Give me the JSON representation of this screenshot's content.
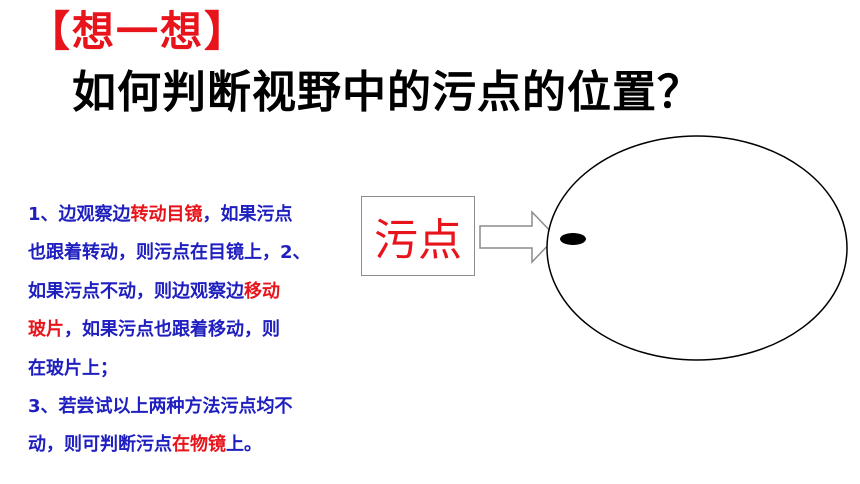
{
  "heading": "【想一想】",
  "question": "如何判断视野中的污点的位置？",
  "steps": {
    "l1a": "1、边观察边",
    "l1b": "转动目镜",
    "l1c": "，如果污点",
    "l2": "也跟着转动，则污点在目镜上，2、",
    "l3a": "如果污点不动，则边观察边",
    "l3b": "移动",
    "l4a": "玻片",
    "l4b": "，如果污点也跟着移动，则",
    "l5": "在玻片上；",
    "l6": "3、若尝试以上两种方法污点均不",
    "l7a": "动，则可判断污点",
    "l7b": "在物镜",
    "l7c": "上。"
  },
  "diagram": {
    "label": "污点"
  },
  "colors": {
    "accent_red": "#e8141c",
    "text_blue": "#1f1fbf"
  }
}
